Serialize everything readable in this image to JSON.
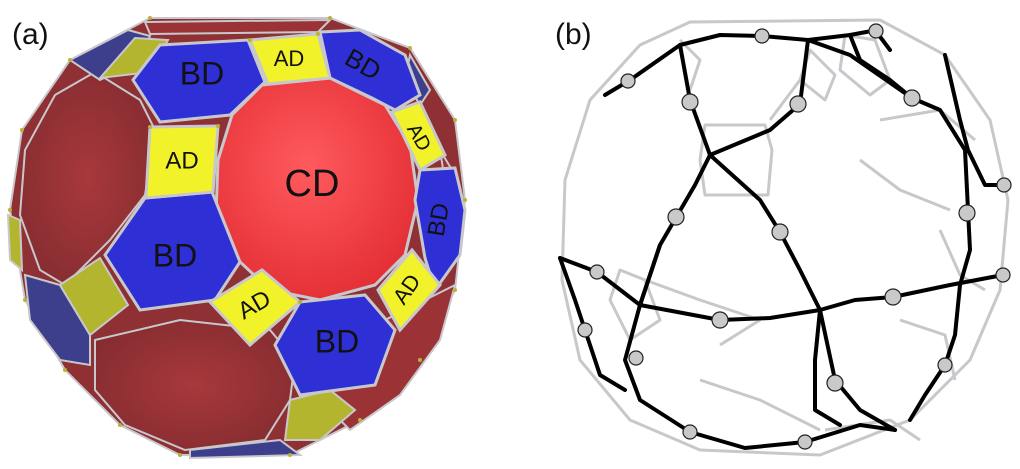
{
  "panels": [
    {
      "id": "a",
      "label": "(a)"
    },
    {
      "id": "b",
      "label": "(b)"
    }
  ],
  "face_labels": {
    "cd": "CD",
    "bd": "BD",
    "ad": "AD"
  },
  "colors": {
    "cd_face": "#f0343c",
    "bd_face": "#2f2fd6",
    "ad_face": "#f2f22a",
    "back_red": "#9a3236",
    "back_blue": "#3e3f8c",
    "back_yellow": "#b4b52e",
    "edge": "#c8c8cc",
    "graph_edge": "#000000",
    "node_fill": "#c9c9c9"
  }
}
